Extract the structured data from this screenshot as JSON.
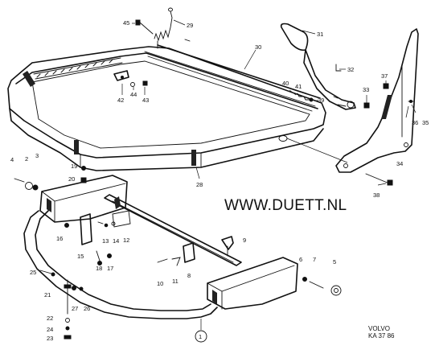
{
  "watermark": "WWW.DUETT.NL",
  "brand": {
    "line1": "VOLVO",
    "line2": "KA 37 86"
  },
  "callouts": {
    "c1": "1",
    "c2": "2",
    "c3": "3",
    "c4": "4",
    "c5": "5",
    "c6": "6",
    "c7": "7",
    "c8": "8",
    "c9": "9",
    "c10": "10",
    "c11": "11",
    "c12": "12",
    "c13": "13",
    "c14": "14",
    "c15": "15",
    "c16": "16",
    "c17": "17",
    "c18": "18",
    "c19": "19",
    "c20": "20",
    "c21": "21",
    "c22": "22",
    "c23": "23",
    "c24": "24",
    "c25": "25",
    "c26": "26",
    "c27": "27",
    "c28": "28",
    "c29": "29",
    "c30": "30",
    "c31": "31",
    "c32": "32",
    "c33": "33",
    "c34": "34",
    "c35": "35",
    "c36": "36",
    "c37": "37",
    "c38": "38",
    "c39": "39",
    "c40": "40",
    "c41": "41",
    "c42": "42",
    "c43": "43",
    "c44": "44",
    "c45": "45"
  }
}
